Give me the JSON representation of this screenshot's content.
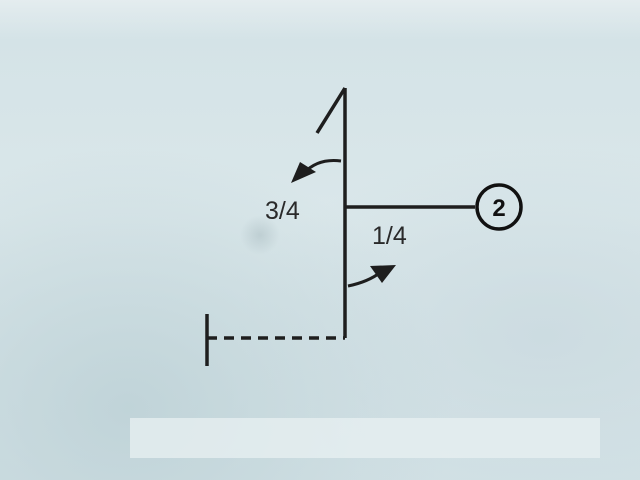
{
  "diagram": {
    "label_upper_fraction": "3/4",
    "label_lower_fraction": "1/4",
    "callout_number": "2"
  },
  "colors": {
    "background": "#d6e4e8",
    "line": "#1e1e1e",
    "text": "#2a2a2a"
  },
  "icons": {
    "upper_arrow": "curved-arrow-counterclockwise-icon",
    "lower_arrow": "curved-arrow-clockwise-icon",
    "callout": "circled-number-icon"
  }
}
